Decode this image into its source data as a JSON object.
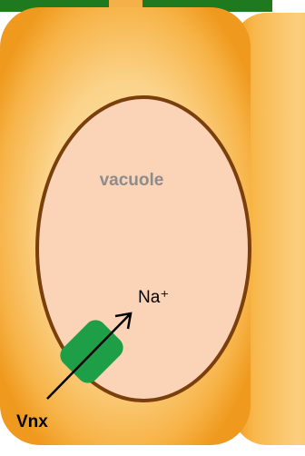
{
  "labels": {
    "vacuole": "vacuole",
    "ion": "Na⁺",
    "transporter": "Vnx"
  },
  "colors": {
    "cell_fill": "#f5a623",
    "cell_center": "#fde2a6",
    "vacuole_fill": "#fbd3b7",
    "vacuole_border": "#7b3f0c",
    "transporter": "#1f9e48",
    "wall_green": "#1f7a1f",
    "vacuole_text": "#8c8c8c",
    "text": "#000000"
  }
}
